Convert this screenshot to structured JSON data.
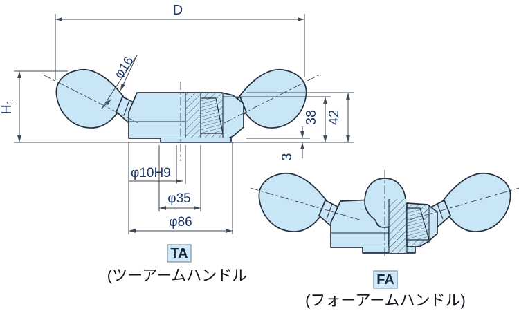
{
  "drawing_type": "technical-drawing",
  "colors": {
    "part_fill": "#c9e6f7",
    "outline": "#252e3c",
    "dimension_line": "#3f4a57",
    "dimension_text": "#1d3864",
    "badge_bg": "#cfe9f8",
    "badge_border": "#7d93a6",
    "caption_text": "#10151d",
    "background": "#ffffff"
  },
  "ta_view": {
    "badge": "TA",
    "caption": "(ツーアームハンドル",
    "dims": {
      "d": "D",
      "h1": "H₁",
      "phi16": "φ16",
      "bore": "φ10H9",
      "phi35": "φ35",
      "phi86": "φ86",
      "v38": "38",
      "v42": "42",
      "v3": "3"
    }
  },
  "fa_view": {
    "badge": "FA",
    "caption": "(フォーアームハンドル)"
  }
}
